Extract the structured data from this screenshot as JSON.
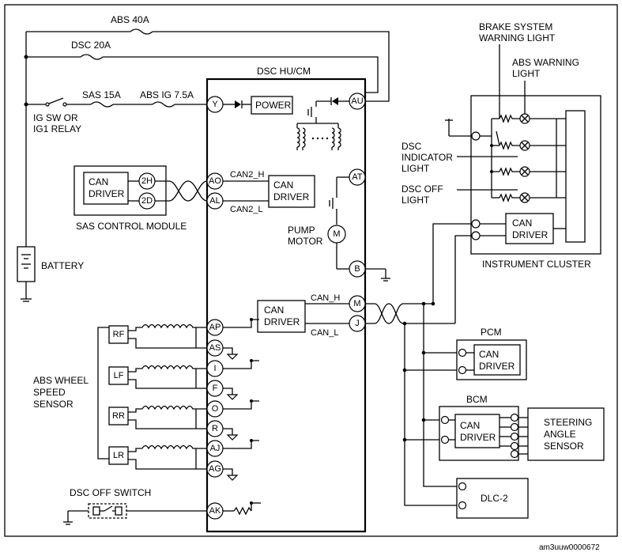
{
  "fuses": {
    "abs40": "ABS 40A",
    "dsc20": "DSC 20A",
    "sas15": "SAS 15A",
    "absig": "ABS IG 7.5A"
  },
  "ig_switch": [
    "IG SW OR",
    "IG1 RELAY"
  ],
  "battery": "BATTERY",
  "sas_module": {
    "title": "SAS CONTROL MODULE",
    "can_driver": [
      "CAN",
      "DRIVER"
    ],
    "pins": [
      "2H",
      "2D"
    ]
  },
  "hu": {
    "title": "DSC HU/CM",
    "power": "POWER",
    "can2h": "CAN2_H",
    "can2l": "CAN2_L",
    "can_driver": [
      "CAN",
      "DRIVER"
    ],
    "pump_motor": [
      "PUMP",
      "MOTOR"
    ],
    "motor_symbol": "M",
    "can_h": "CAN_H",
    "can_l": "CAN_L",
    "can_driver2": [
      "CAN",
      "DRIVER"
    ],
    "pins": [
      "Y",
      "AU",
      "AO",
      "AL",
      "AT",
      "B",
      "M",
      "J",
      "AP",
      "AS",
      "I",
      "F",
      "O",
      "R",
      "AJ",
      "AG",
      "AK"
    ]
  },
  "wheel_sensor": {
    "label": [
      "ABS WHEEL",
      "SPEED",
      "SENSOR"
    ],
    "items": [
      "RF",
      "LF",
      "RR",
      "LR"
    ]
  },
  "dsc_off_switch": "DSC OFF SWITCH",
  "cluster": {
    "title": "INSTRUMENT CLUSTER",
    "brake_light": [
      "BRAKE SYSTEM",
      "WARNING LIGHT"
    ],
    "abs_light": [
      "ABS WARNING",
      "LIGHT"
    ],
    "dsc_ind": [
      "DSC",
      "INDICATOR",
      "LIGHT"
    ],
    "dsc_off": [
      "DSC OFF",
      "LIGHT"
    ],
    "can_driver": [
      "CAN",
      "DRIVER"
    ]
  },
  "pcm": {
    "title": "PCM",
    "can_driver": [
      "CAN",
      "DRIVER"
    ]
  },
  "bcm": {
    "title": "BCM",
    "can_driver": [
      "CAN",
      "DRIVER"
    ],
    "steering": [
      "STEERING",
      "ANGLE",
      "SENSOR"
    ]
  },
  "dlc": "DLC-2",
  "ref": "am3uuw0000672"
}
